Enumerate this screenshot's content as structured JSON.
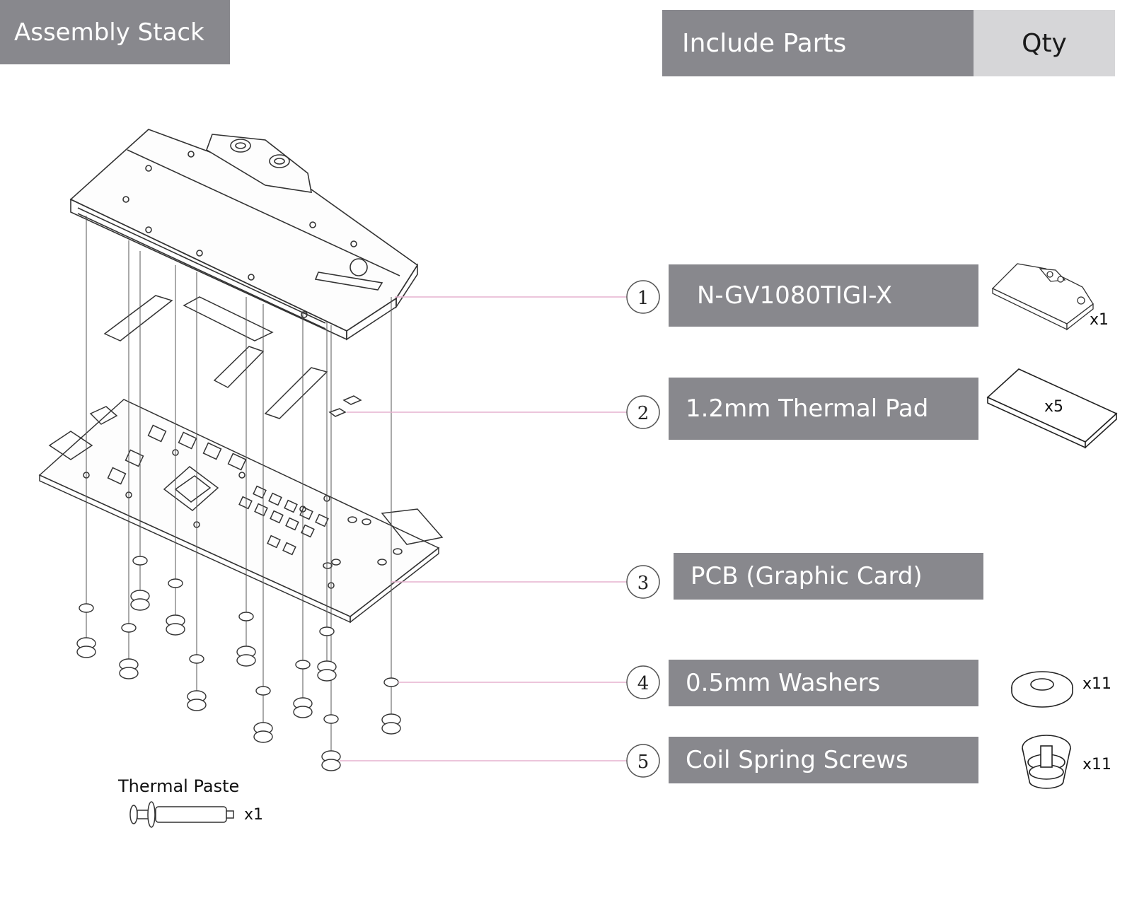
{
  "header": {
    "assembly_stack": "Assembly Stack",
    "include_parts": "Include Parts",
    "qty": "Qty"
  },
  "callouts": [
    "1",
    "2",
    "3",
    "4",
    "5"
  ],
  "parts": [
    {
      "number": "1",
      "name": "N-GV1080TIGI-X",
      "qty": "x1",
      "icon": "waterblock-icon"
    },
    {
      "number": "2",
      "name": "1.2mm Thermal Pad",
      "qty": "x5",
      "icon": "thermal-pad-icon"
    },
    {
      "number": "3",
      "name": "PCB (Graphic Card)",
      "qty": "",
      "icon": ""
    },
    {
      "number": "4",
      "name": "0.5mm Washers",
      "qty": "x11",
      "icon": "washer-icon"
    },
    {
      "number": "5",
      "name": "Coil Spring Screws",
      "qty": "x11",
      "icon": "spring-screw-icon"
    }
  ],
  "thermal_paste": {
    "label": "Thermal Paste",
    "qty": "x1",
    "icon": "syringe-icon"
  },
  "colors": {
    "header_gray": "#88888d",
    "qty_gray": "#d6d6d8",
    "leader_line": "#e6b2cf",
    "line_art": "#333333"
  }
}
